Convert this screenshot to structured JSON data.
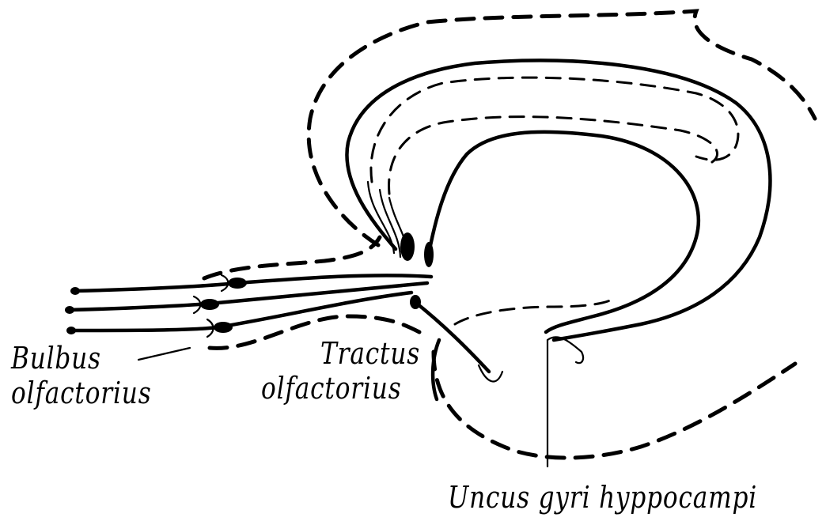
{
  "labels": {
    "bulbus_line1": "Bulbus",
    "bulbus_line2": "olfactorius",
    "tractus_line1": "Tractus",
    "tractus_line2": "olfactorius",
    "uncus": "Uncus gyri hyppocampi"
  }
}
